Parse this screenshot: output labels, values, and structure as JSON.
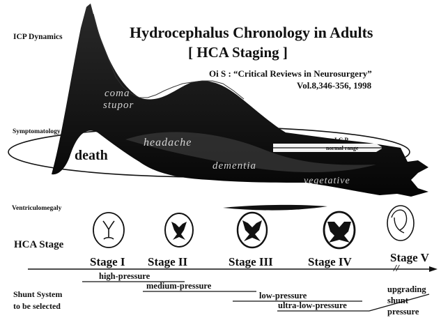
{
  "title": "Hydrocephalus Chronology in Adults",
  "subtitle": "[ HCA Staging ]",
  "citation": {
    "line1": "Oi S : “Critical Reviews in Neurosurgery”",
    "line2": "Vol.8,346-356, 1998"
  },
  "left_labels": {
    "icp_dynamics": "ICP Dynamics",
    "symptomatology": "Symptomatology",
    "ventriculomegaly": "Ventriculomegaly",
    "hca_stage": "HCA Stage",
    "shunt_line1": "Shunt System",
    "shunt_line2": "to be selected"
  },
  "symptoms": {
    "coma": "coma",
    "stupor": "stupor",
    "death": "death",
    "headache": "headache",
    "dementia": "dementia",
    "vegetative": "vegetative"
  },
  "icp_normal": {
    "line1": "I C P",
    "line2": "normal range"
  },
  "stages": [
    {
      "label": "Stage I"
    },
    {
      "label": "Stage II"
    },
    {
      "label": "Stage III"
    },
    {
      "label": "Stage IV"
    },
    {
      "label": "Stage V"
    }
  ],
  "pressures": [
    {
      "label": "high-pressure"
    },
    {
      "label": "medium-pressure"
    },
    {
      "label": "low-pressure"
    },
    {
      "label": "ultra-low-pressure"
    }
  ],
  "upgrading": {
    "line1": "upgrading",
    "line2": "shunt",
    "line3": "pressure"
  },
  "break_mark": "//",
  "colors": {
    "ink": "#111111",
    "background": "#ffffff",
    "ghost_text": "#f0f0f0"
  }
}
